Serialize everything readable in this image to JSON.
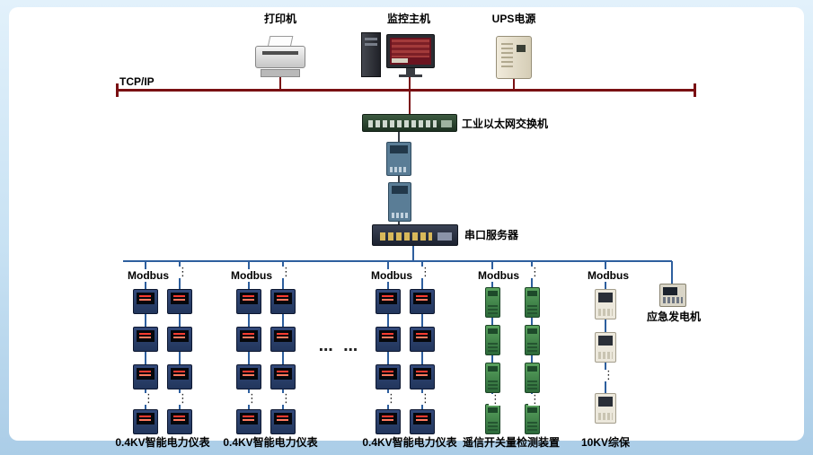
{
  "colors": {
    "frame_blue": "#c7e1f3",
    "panel_white": "#ffffff",
    "tcpip_bus_red": "#7a1013",
    "modbus_bus_blue": "#2e5f9e"
  },
  "top_row": {
    "printer_label": "打印机",
    "host_label": "监控主机",
    "ups_label": "UPS电源"
  },
  "network": {
    "tcpip_label": "TCP/IP",
    "ethernet_switch_label": "工业以太网交换机",
    "serial_server_label": "串口服务器"
  },
  "modbus_groups": [
    {
      "bus_label": "Modbus",
      "caption": "0.4KV智能电力仪表"
    },
    {
      "bus_label": "Modbus",
      "caption": "0.4KV智能电力仪表"
    },
    {
      "bus_label": "Modbus",
      "caption": "0.4KV智能电力仪表"
    },
    {
      "bus_label": "Modbus",
      "caption": "遥信开关量检测装置"
    },
    {
      "bus_label": "Modbus",
      "caption": "10KV综保"
    }
  ],
  "generator_label": "应急发电机",
  "ellipsis": {
    "vertical": "⋮",
    "horizontal": "⋯ ⋯"
  }
}
